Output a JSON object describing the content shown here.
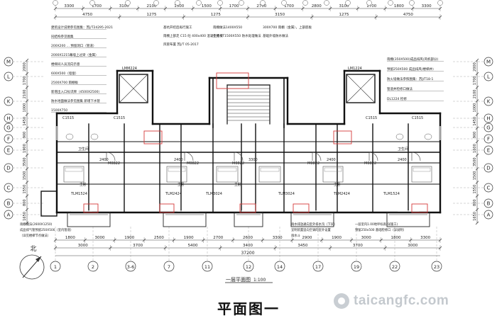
{
  "drawing_title": "一层平面图",
  "drawing_scale": "1:100",
  "caption": "平面图一",
  "watermark": "taicangfc.com",
  "row_axes": [
    "M",
    "L",
    "K",
    "H",
    "G",
    "F",
    "E",
    "D",
    "C",
    "B",
    "A"
  ],
  "col_axes_bottom": [
    "1",
    "2",
    "3-6",
    "7",
    "11",
    "12",
    "14",
    "17",
    "19",
    "22",
    "23"
  ],
  "top_dims_row1": [
    "3300",
    "1700",
    "3100",
    "2100",
    "1500",
    "1500",
    "1700",
    "2700",
    "1700",
    "2800",
    "3100",
    "1700",
    "1800",
    "3300"
  ],
  "top_dims_row2": [
    "4750",
    "1275",
    "1275",
    "3150",
    "1275",
    "4750"
  ],
  "bottom_dims_row1": [
    "1800",
    "3000",
    "1900",
    "2500",
    "1900",
    "2700",
    "2600",
    "3300",
    "2900",
    "1900",
    "3000",
    "1800",
    "3300"
  ],
  "bottom_dims_row2": [
    "3000",
    "3700",
    "5400",
    "3400",
    "3450",
    "3700",
    "3000"
  ],
  "total_dim": "37200",
  "left_dims": [
    "2000",
    "1700",
    "2100",
    "1000",
    "1450",
    "900",
    "1900",
    "3500",
    "1500",
    "1550",
    "800",
    "1650"
  ],
  "right_dims": [
    "2000",
    "1700",
    "2100",
    "1000",
    "1450",
    "900",
    "1600",
    "3500",
    "1500",
    "1550",
    "800",
    "1650"
  ],
  "room_labels": [
    "C1515",
    "C1515",
    "LMM224",
    "LM1224",
    "M0822",
    "M0822",
    "M0822",
    "M0822",
    "M0822",
    "TLM1524",
    "TLM2424",
    "TLM3024",
    "TLM3024",
    "TLM2424",
    "TLM1524",
    "C1515",
    "C1515",
    "卫生间",
    "卫生间",
    "主卧",
    "主卧",
    "主卧",
    "主卧",
    "2400",
    "2400",
    "3300",
    "2400",
    "2400"
  ],
  "left_notes": [
    "建筑设计说明参见图集：苏J/T24295-2021",
    "同结构参见图集",
    "200X200 ... 预留洞口（管道）",
    "2000X1215幕墙上过梁（金属）",
    "楼梯间人员流向示意",
    "600X500（墙窗）",
    "2500X700 雨棚板",
    "新增出入口标识牌（4500X2500）",
    "防水地面做法参见图集 新增下水管",
    "1500X750"
  ],
  "top_notes": [
    "基坑开挖后再行施工",
    "雨棚做法1400X550",
    "300X700 雨棚（金属），上部底板",
    "雨棚上部走 C15 砼 400x400 混凝土楼板",
    "参见 ST1500X550 防水处理做法",
    "基础外墙防水做法",
    "风管布置 苏J/T 05-2017"
  ],
  "right_notes": [
    "雨棚(350X500)成品排风(风机部分)",
    "预留250X500 成品排风(楼梯井)",
    "防火墙做法参照图集：苏J/T18-1",
    "管道井检修口做法",
    "DL1224 检修"
  ],
  "bottom_notes": [
    "雨水排放通向室外排水沟（下同）",
    "一层室内1.00地坪标高(详施工)",
    "宜明装置竖向空调的室外设置",
    "预留250x500 基础检修口（详说明）",
    "雨水斗"
  ],
  "bottom_left_notes": [
    "雨棚做法(2600X1250)",
    "成品排气管预留250X500（室内管道）",
    "（详见楼梯节点做法）"
  ],
  "north_label": "北"
}
